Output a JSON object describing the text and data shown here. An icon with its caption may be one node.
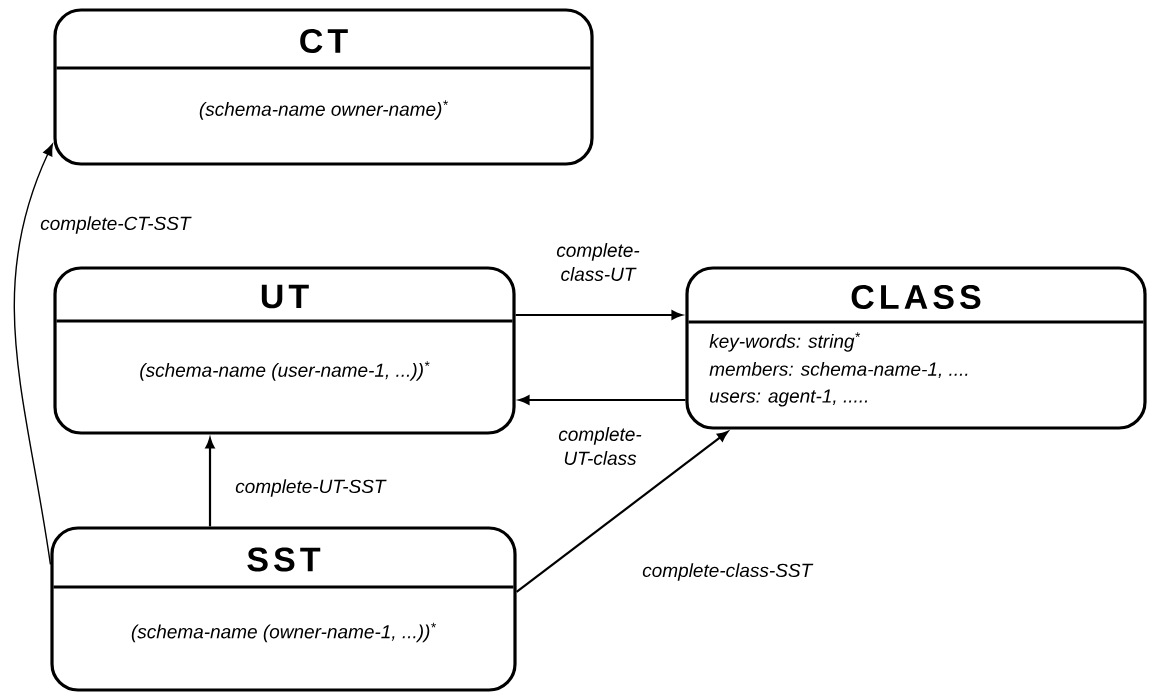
{
  "diagram": {
    "nodes": [
      {
        "text": [
          "CT",
          "(schema-name owner-name)$^{*}$"
        ]
      },
      {
        "text": [
          "UT",
          "(schema-name (user-name-1, ...))$^{*}$"
        ]
      },
      {
        "text": [
          "CLASS",
          "key-words: string$^{*}$",
          "members: schema-name-1, ....",
          "users: agent-1, ....."
        ]
      },
      {
        "text": [
          "SST",
          "(schema-name (owner-name-1, ...))$^{*}$"
        ]
      }
    ],
    "edges": [
      {
        "from": 3,
        "to": 0,
        "arrow": "to",
        "label": "complete-CT-SST"
      },
      {
        "from": 1,
        "to": 2,
        "arrow": "to",
        "label": "complete- class-UT"
      },
      {
        "from": 2,
        "to": 1,
        "arrow": "to",
        "label": "complete- UT-class"
      },
      {
        "from": 3,
        "to": 1,
        "arrow": "to",
        "label": "complete-UT-SST"
      },
      {
        "from": 3,
        "to": 2,
        "arrow": "to",
        "label": "complete-class-SST"
      }
    ]
  }
}
